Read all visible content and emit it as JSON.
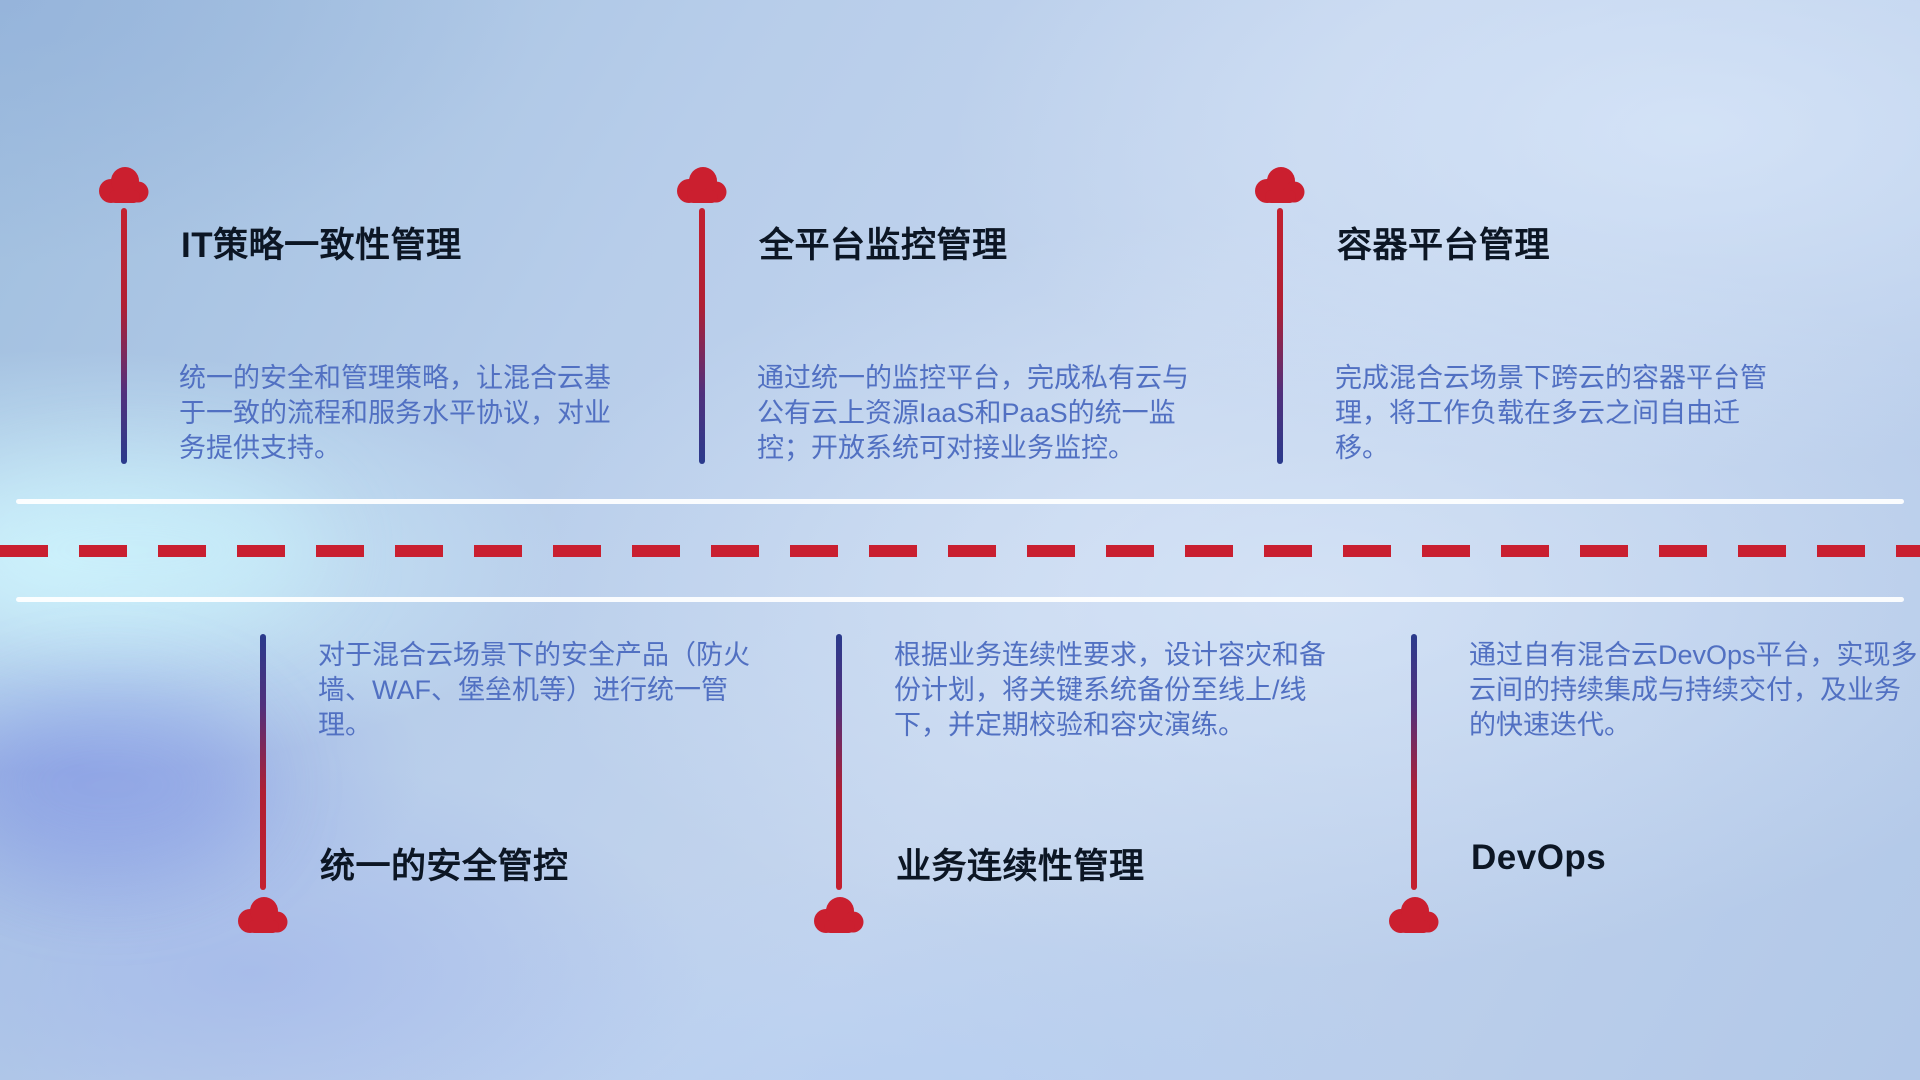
{
  "sections": {
    "top": {
      "items": [
        {
          "title": "IT策略一致性管理",
          "description": "统一的安全和管理策略，让混合云基于一致的流程和服务水平协议，对业务提供支持。"
        },
        {
          "title": "全平台监控管理",
          "description": "通过统一的监控平台，完成私有云与公有云上资源IaaS和PaaS的统一监控；开放系统可对接业务监控。"
        },
        {
          "title": "容器平台管理",
          "description": "完成混合云场景下跨云的容器平台管理，将工作负载在多云之间自由迁移。"
        }
      ]
    },
    "bottom": {
      "items": [
        {
          "title": "统一的安全管控",
          "description": "对于混合云场景下的安全产品（防火墙、WAF、堡垒机等）进行统一管理。"
        },
        {
          "title": "业务连续性管理",
          "description": "根据业务连续性要求，设计容灾和备份计划，将关键系统备份至线上/线下，并定期校验和容灾演练。"
        },
        {
          "title": "DevOps",
          "description": "通过自有混合云DevOps平台，实现多云间的持续集成与持续交付，及业务的快速迭代。"
        }
      ]
    }
  },
  "icons": {
    "marker": "cloud-icon"
  },
  "colors": {
    "accent_red": "#c91f30",
    "line_navy": "#2a3a8c",
    "title_text": "#0c1624",
    "description_text": "#5170c2",
    "divider_white": "#ffffff"
  }
}
